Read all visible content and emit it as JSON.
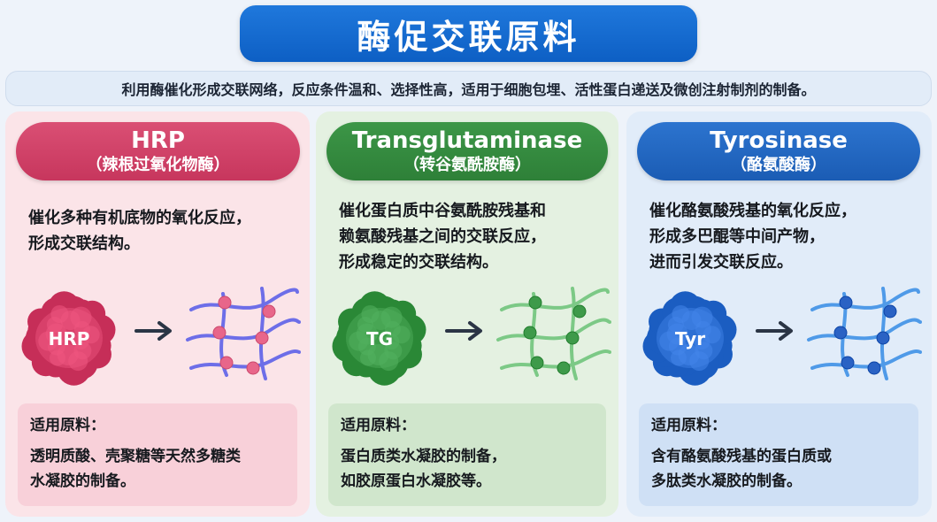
{
  "title": "酶促交联原料",
  "subtitle": "利用酶催化形成交联网络，反应条件温和、选择性高，适用于细胞包埋、活性蛋白递送及微创注射制剂的制备。",
  "panels": [
    {
      "name": "HRP",
      "cn_name": "（辣根过氧化物酶）",
      "desc": [
        "催化多种有机底物的氧化反应，",
        "形成交联结构。"
      ],
      "blob_label": "HRP",
      "color_main": "#d8406a",
      "color_node": "#e8668a",
      "color_line": "#6d6ee8",
      "materials_title": "适用原料：",
      "materials": [
        "透明质酸、壳聚糖等天然多糖类",
        "水凝胶的制备。"
      ]
    },
    {
      "name": "Transglutaminase",
      "cn_name": "（转谷氨酰胺酶）",
      "desc": [
        "催化蛋白质中谷氨酰胺残基和",
        "赖氨酸残基之间的交联反应，",
        "形成稳定的交联结构。"
      ],
      "blob_label": "TG",
      "color_main": "#3c9a48",
      "color_node": "#3e9a4a",
      "color_line": "#7cc986",
      "materials_title": "适用原料：",
      "materials": [
        "蛋白质类水凝胶的制备，",
        "如胶原蛋白水凝胶等。"
      ]
    },
    {
      "name": "Tyrosinase",
      "cn_name": "（酪氨酸酶）",
      "desc": [
        "催化酪氨酸残基的氧化反应，",
        "形成多巴醌等中间产物，",
        "进而引发交联反应。"
      ],
      "blob_label": "Tyr",
      "color_main": "#2d6fd3",
      "color_node": "#2a62c4",
      "color_line": "#4f9ae8",
      "materials_title": "适用原料：",
      "materials": [
        "含有酪氨酸残基的蛋白质或",
        "多肽类水凝胶的制备。"
      ]
    }
  ]
}
